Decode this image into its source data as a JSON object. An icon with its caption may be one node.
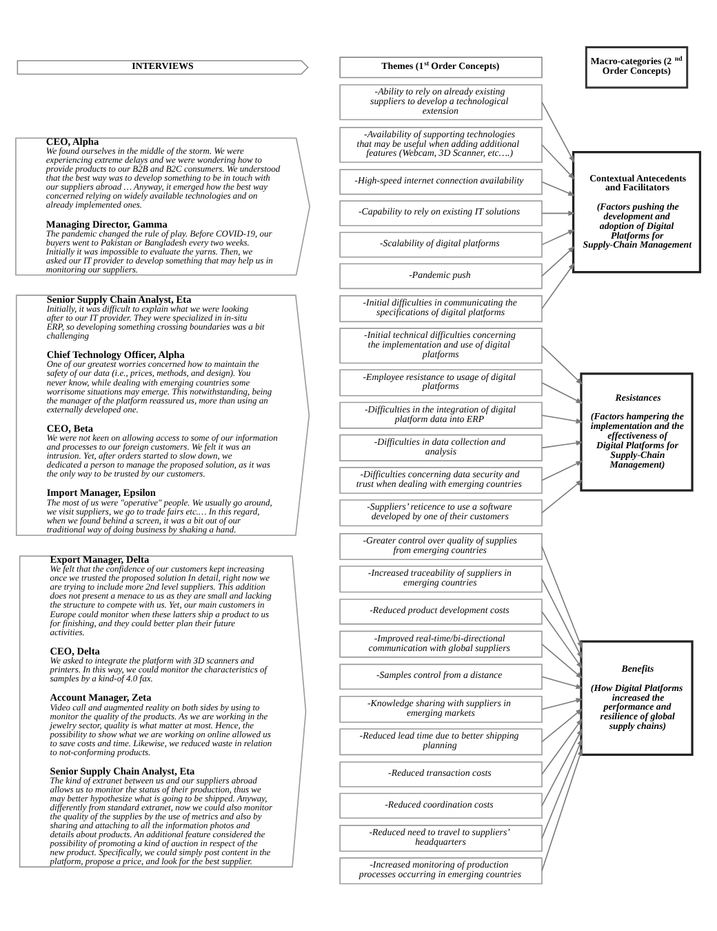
{
  "diagram": {
    "nodes": [
      {
        "text": [
          "INTERVIEWS"
        ]
      },
      {
        "text": [
          "Themes (1$^{st}$ Order Concepts)"
        ]
      },
      {
        "text": [
          "Macro-categories (2$^{nd}$ Order Concepts)"
        ]
      },
      {
        "text": [
          "CEO, Alpha",
          "We found ourselves in the middle of the storm. We were experiencing extreme delays and we were wondering how to provide products to our B2B and B2C consumers. We understood that the best way was to develop something to be in touch with our suppliers abroad … Anyway, it emerged how the best way concerned relying on widely available technologies and on already implemented ones.",
          "Managing Director, Gamma",
          "The pandemic changed the rule of play. Before COVID-19, our buyers went to Pakistan or Bangladesh every two weeks. Initially it was impossible to evaluate the yarns. Then, we asked our IT provider to develop something that may help us in monitoring our suppliers."
        ]
      },
      {
        "text": [
          "-Ability to rely on already existing suppliers to develop a technological extension"
        ]
      },
      {
        "text": [
          "-Availability of supporting technologies that may be useful when adding additional features (Webcam, 3D Scanner, etc….)"
        ]
      },
      {
        "text": [
          "-High-speed internet connection availability"
        ]
      },
      {
        "text": [
          "-Capability to rely on existing IT solutions"
        ]
      },
      {
        "text": [
          "-Scalability of digital platforms"
        ]
      },
      {
        "text": [
          "-Pandemic push"
        ]
      },
      {
        "text": [
          "-Initial difficulties in communicating the specifications of digital platforms"
        ]
      },
      {
        "text": [
          "Contextual Antecedents and Facilitators",
          "(Factors pushing the development and adoption of Digital Platforms for Supply-Chain Management"
        ]
      },
      {
        "text": [
          "Senior Supply Chain Analyst, Eta",
          "Initially, it was difficult to explain what we were looking after to our IT provider. They were specialized in in-situ ERP, so developing something crossing boundaries was a bit challenging",
          "Chief Technology Officer, Alpha",
          "One of our greatest worries concerned how to maintain the safety of our data (i.e., prices, methods, and design). You never know, while dealing with emerging countries some worrisome situations may emerge. This notwithstanding, being the manager of the platform reassured us, more than using an externally developed one.",
          "CEO, Beta",
          "We were not keen on allowing access to some of our information and processes to our foreign customers. We felt it was an intrusion. Yet, after orders started to slow down, we dedicated a person to manage the proposed solution, as it was the only way to be trusted by our customers.",
          "Import Manager, Epsilon",
          "The most of us were \"operative\" people. We usually go around, we visit suppliers, we go to trade fairs etc.… In this regard, when we found behind a screen, it was a bit out of our traditional way of doing business by shaking a hand."
        ]
      },
      {
        "text": [
          "-Initial technical difficulties concerning the implementation and use of digital platforms"
        ]
      },
      {
        "text": [
          "-Employee resistance to usage of digital platforms"
        ]
      },
      {
        "text": [
          "-Difficulties in the integration of digital platform data into ERP"
        ]
      },
      {
        "text": [
          "-Difficulties in data collection and analysis"
        ]
      },
      {
        "text": [
          "-Difficulties concerning data security and trust when dealing with emerging countries"
        ]
      },
      {
        "text": [
          "-Suppliers’ reticence to use a software developed by one of their customers"
        ]
      },
      {
        "text": [
          "Resistances",
          "(Factors hampering the implementation and the effectiveness of Digital Platforms for Supply-Chain Management)"
        ]
      },
      {
        "text": [
          "Export Manager, Delta",
          "We felt that the confidence of our customers kept increasing once we trusted the proposed solution In detail, right now we are trying to include more 2nd level suppliers. This addition does not present a menace to us as they are small and lacking the structure to compete with us. Yet, our main customers in Europe could monitor when these latters ship a product to us for finishing, and they could better plan their future activities.",
          "CEO, Delta",
          "We asked to integrate the platform with 3D scanners and printers. In this way, we could monitor the characteristics of samples by a kind-of 4.0 fax.",
          "Account Manager, Zeta",
          "Video call and augmented reality on both sides by using to monitor the quality of the products. As we are working in the jewelry sector, quality is what matter at most. Hence, the possibility to show what we are working on online allowed us to save costs and time. Likewise, we reduced waste in relation to not-conforming products.",
          "Senior Supply Chain Analyst, Eta",
          "The kind of extranet between us and our suppliers abroad allows us to monitor the status of their production, thus we may better hypothesize what is going to be shipped. Anyway, differently from standard extranet, now we could also monitor the quality of the supplies by the use of metrics and also by sharing and attaching to all the information photos and details about products. An additional feature considered the possibility of promoting a kind of auction in respect of the new product. Specifically, we could simply post content in the platform, propose a price, and look for the best supplier."
        ]
      },
      {
        "text": [
          "-Greater control over quality of supplies from emerging countries"
        ]
      },
      {
        "text": [
          "-Increased traceability of suppliers in emerging countries"
        ]
      },
      {
        "text": [
          "-Reduced product development costs"
        ]
      },
      {
        "text": [
          "-Improved real-time/bi-directional communication with global suppliers"
        ]
      },
      {
        "text": [
          "-Samples control from a distance"
        ]
      },
      {
        "text": [
          "-Knowledge sharing with suppliers in emerging markets"
        ]
      },
      {
        "text": [
          "-Reduced lead time due to better shipping planning"
        ]
      },
      {
        "text": [
          "-Reduced transaction costs"
        ]
      },
      {
        "text": [
          "-Reduced coordination costs"
        ]
      },
      {
        "text": [
          "-Reduced need to travel to suppliers’ headquarters"
        ]
      },
      {
        "text": [
          "-Increased monitoring of production processes occurring in emerging countries"
        ]
      },
      {
        "text": [
          "Benefits",
          "(How Digital Platforms increased the performance and resilience of global supply chains)"
        ]
      }
    ],
    "edges": [
      {
        "from": 4,
        "to": 11,
        "arrow": "to"
      },
      {
        "from": 5,
        "to": 11,
        "arrow": "to"
      },
      {
        "from": 6,
        "to": 11,
        "arrow": "to"
      },
      {
        "from": 7,
        "to": 11,
        "arrow": "to"
      },
      {
        "from": 8,
        "to": 11,
        "arrow": "to"
      },
      {
        "from": 9,
        "to": 11,
        "arrow": "to"
      },
      {
        "from": 10,
        "to": 11,
        "arrow": "to"
      },
      {
        "from": 13,
        "to": 19,
        "arrow": "to"
      },
      {
        "from": 14,
        "to": 19,
        "arrow": "to"
      },
      {
        "from": 15,
        "to": 19,
        "arrow": "to"
      },
      {
        "from": 16,
        "to": 19,
        "arrow": "to"
      },
      {
        "from": 17,
        "to": 19,
        "arrow": "to"
      },
      {
        "from": 18,
        "to": 19,
        "arrow": "to"
      },
      {
        "from": 21,
        "to": 32,
        "arrow": "to"
      },
      {
        "from": 22,
        "to": 32,
        "arrow": "to"
      },
      {
        "from": 23,
        "to": 32,
        "arrow": "to"
      },
      {
        "from": 24,
        "to": 32,
        "arrow": "to"
      },
      {
        "from": 25,
        "to": 32,
        "arrow": "to"
      },
      {
        "from": 26,
        "to": 32,
        "arrow": "to"
      },
      {
        "from": 27,
        "to": 32,
        "arrow": "to"
      },
      {
        "from": 28,
        "to": 32,
        "arrow": "to"
      },
      {
        "from": 29,
        "to": 32,
        "arrow": "to"
      },
      {
        "from": 30,
        "to": 32,
        "arrow": "to"
      },
      {
        "from": 31,
        "to": 32,
        "arrow": "to"
      }
    ]
  }
}
